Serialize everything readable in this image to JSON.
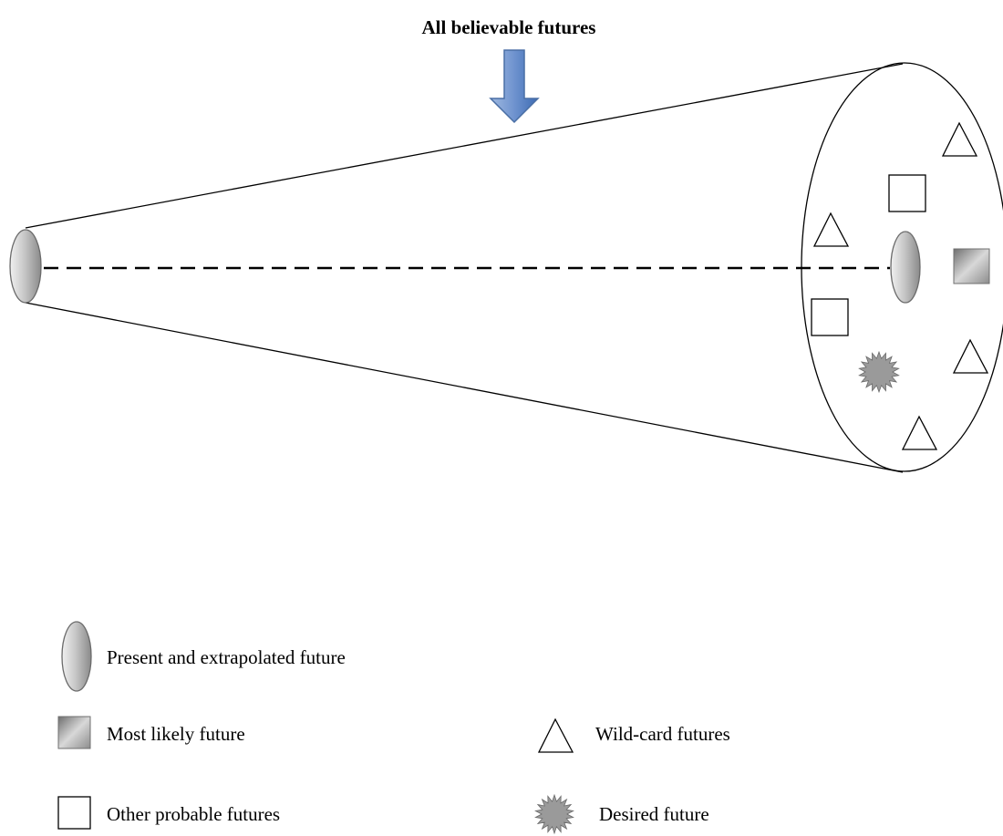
{
  "title": "All believable futures",
  "legend": {
    "present": "Present and extrapolated future",
    "most_likely": "Most likely future",
    "other_probable": "Other probable futures",
    "wild_card": "Wild-card futures",
    "desired": "Desired future"
  },
  "colors": {
    "ellipse_fill_light": "#d9d9d9",
    "ellipse_fill_dark": "#8c8c8c",
    "arrow_fill_light": "#9fb9e0",
    "arrow_fill_dark": "#3d6bb3",
    "arrow_stroke": "#4a6fa5",
    "star_fill": "#9a9a9a",
    "line": "#000000"
  },
  "icons": {
    "present": "gray-ellipse-icon",
    "most_likely": "gradient-square-icon",
    "other_probable": "square-outline-icon",
    "wild_card": "triangle-outline-icon",
    "desired": "starburst-icon",
    "arrow": "down-arrow-icon"
  }
}
